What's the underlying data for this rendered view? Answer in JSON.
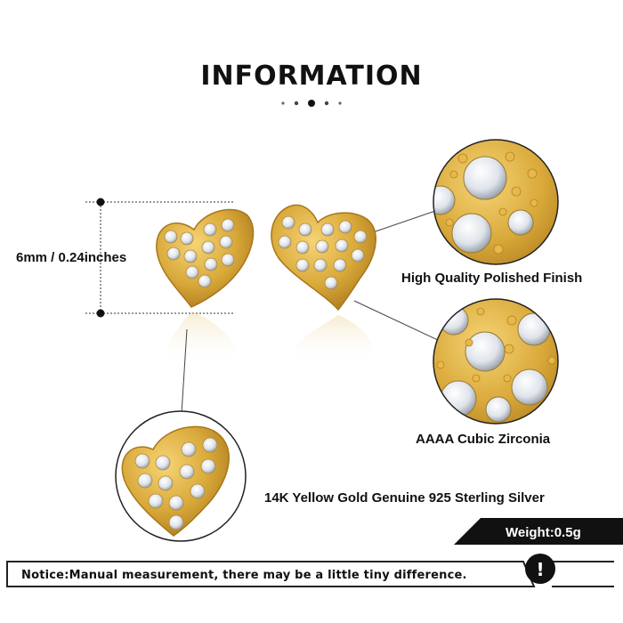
{
  "header": {
    "title": "INFORMATION"
  },
  "measurement": {
    "size_label": "6mm / 0.24inches"
  },
  "features": {
    "finish_label": "High Quality Polished Finish",
    "stone_label": "AAAA Cubic Zirconia",
    "material_label": "14K Yellow Gold Genuine 925 Sterling Silver"
  },
  "weight": {
    "label": "Weight:0.5g"
  },
  "notice": {
    "text": "Notice:Manual measurement, there may be a little tiny difference.",
    "icon_glyph": "!"
  },
  "colors": {
    "gold": "#d9a93a",
    "gold_dark": "#b5841f",
    "crystal": "#e8ecf0",
    "banner": "#111111"
  }
}
